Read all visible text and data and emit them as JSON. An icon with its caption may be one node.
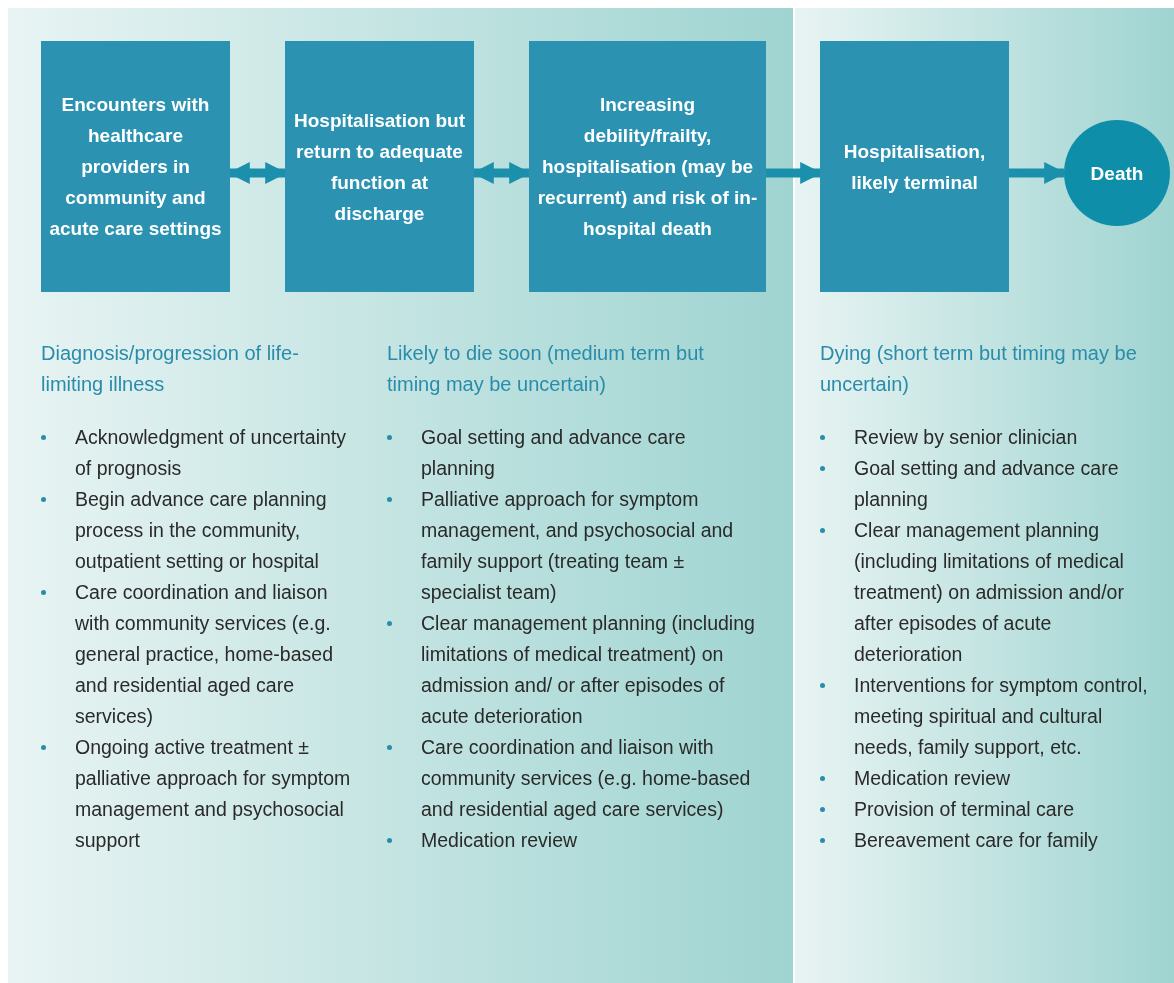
{
  "diagram": {
    "nodes": [
      {
        "text": [
          "Encounters with healthcare providers in community and acute care settings"
        ]
      },
      {
        "text": [
          "Hospitalisation but return to adequate function at discharge"
        ]
      },
      {
        "text": [
          "Increasing debility/frailty, hospitalisation (may be recurrent) and risk of in-hospital death"
        ]
      },
      {
        "text": [
          "Hospitalisation, likely terminal"
        ]
      },
      {
        "text": [
          "Death"
        ]
      }
    ],
    "edges": [
      {
        "from": 0,
        "to": 1,
        "arrow": "both"
      },
      {
        "from": 1,
        "to": 2,
        "arrow": "both"
      },
      {
        "from": 2,
        "to": 3,
        "arrow": "to"
      },
      {
        "from": 3,
        "to": 4,
        "arrow": "to"
      }
    ],
    "labels": [
      "Diagnosis/progression of life-limiting illness",
      "Acknowledgment of uncertainty of prognosis",
      "Begin advance care planning process in the community, outpatient setting or hospital",
      "Care coordination and liaison with community services (e.g. general practice, home-based and residential aged care services)",
      "Ongoing active treatment ± palliative approach for symptom management and psychosocial support",
      "Likely to die soon (medium term but timing may be uncertain)",
      "Goal setting and advance care planning",
      "Palliative approach for symptom management, and psychosocial and family support (treating team ± specialist team)",
      "Clear management planning (including limitations of medical treatment) on admission and/ or after episodes of acute deterioration",
      "Care coordination and liaison with community services (e.g. home-based and residential aged care services)",
      "Medication review",
      "Dying (short term but timing may be uncertain)",
      "Review by senior clinician",
      "Goal setting and advance care planning",
      "Clear management planning (including limitations of medical treatment) on admission and/or after episodes of acute deterioration",
      "Interventions for symptom control, meeting spiritual and cultural needs, family support, etc.",
      "Medication review",
      "Provision of terminal care",
      "Bereavement care for family"
    ]
  }
}
